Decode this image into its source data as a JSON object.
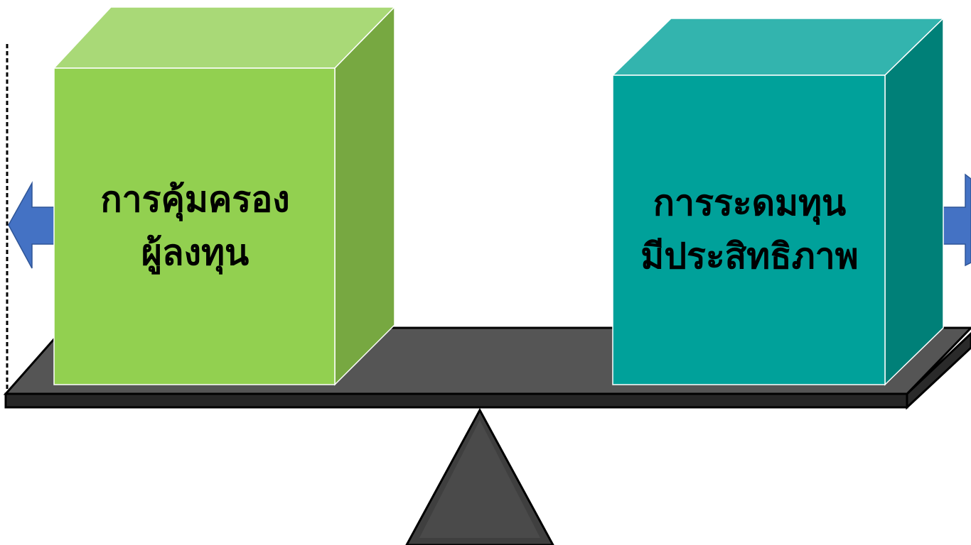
{
  "left_box": {
    "line1": "การคุ้มครอง",
    "line2": "ผู้ลงทุน",
    "color": "#92d050"
  },
  "right_box": {
    "line1": "การระดมทุน",
    "line2": "มีประสิทธิภาพ",
    "color": "#00a19a"
  },
  "colors": {
    "arrow": "#4472c4",
    "beam": "#4d4d4d",
    "fulcrum": "#4d4d4d",
    "dashed_border": "#000000"
  }
}
